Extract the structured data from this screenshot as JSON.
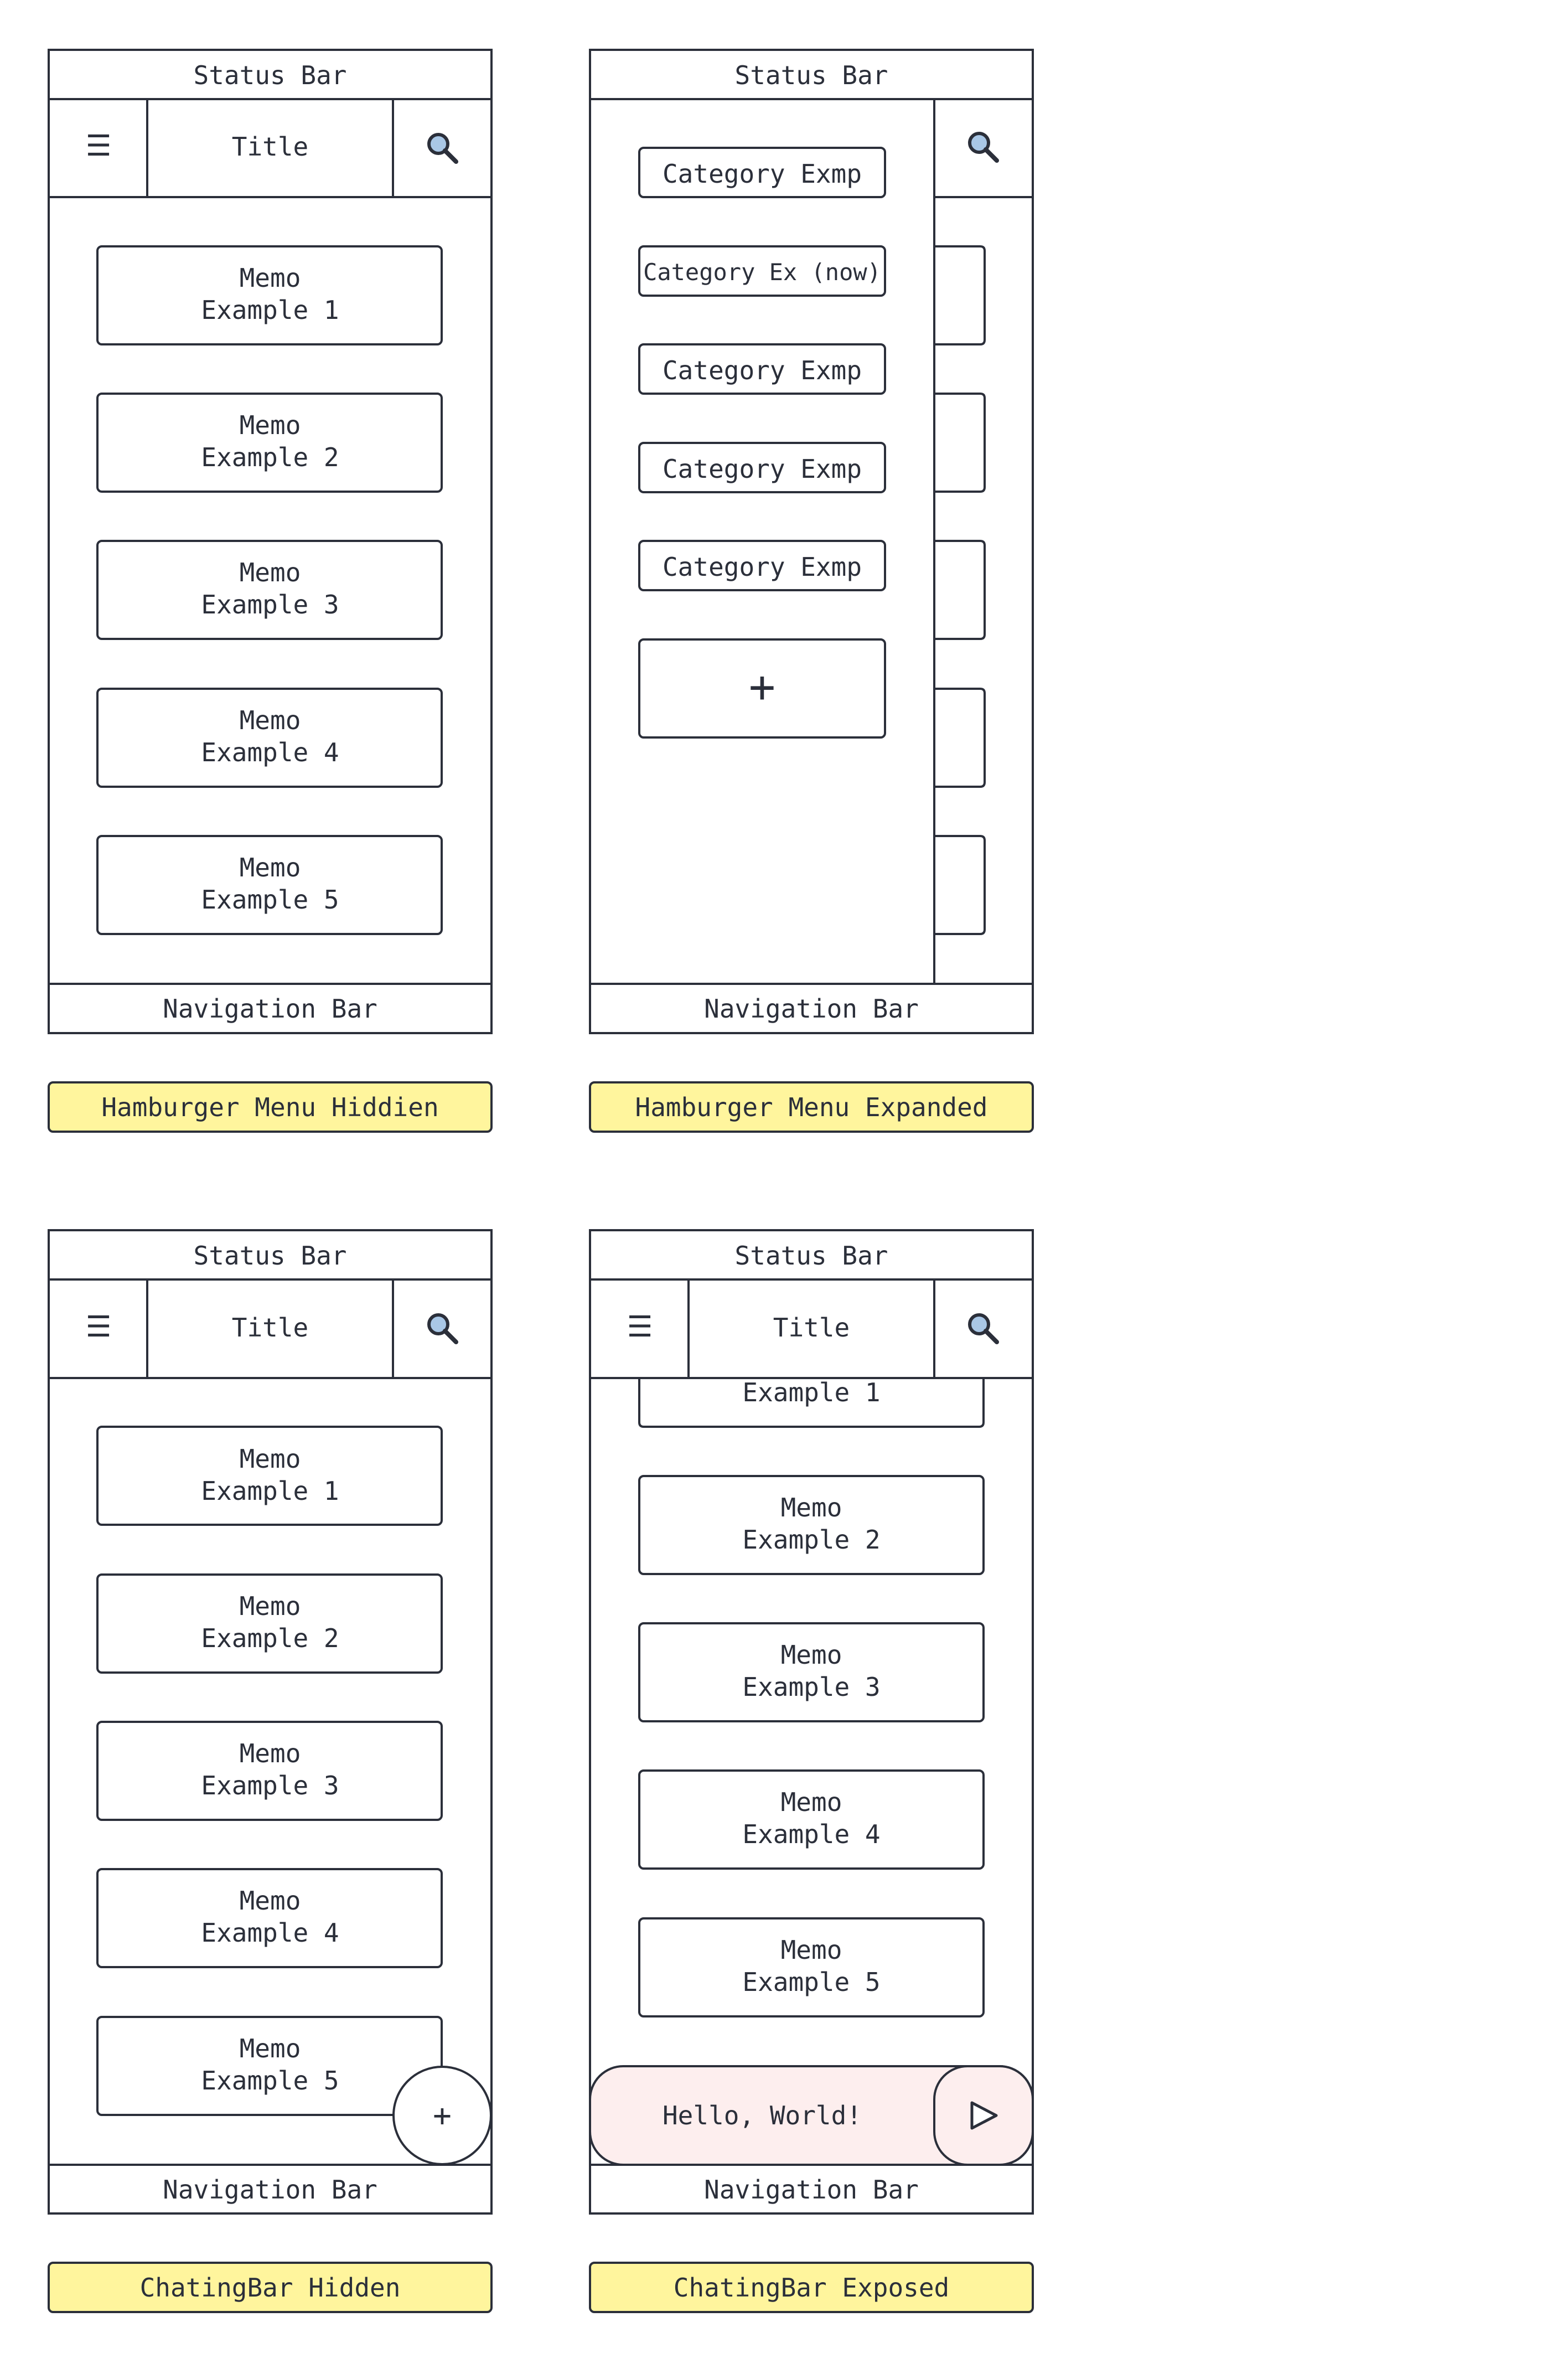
{
  "common": {
    "status_bar": "Status Bar",
    "title": "Title",
    "navigation_bar": "Navigation Bar",
    "menu_glyph": "☰",
    "icons": {
      "menu": "hamburger-menu-icon",
      "search": "magnifier-search-icon",
      "plus": "plus-icon",
      "send": "play-triangle-send-icon"
    }
  },
  "colors": {
    "stroke": "#2b2f3a",
    "caption_fill": "#fff59d",
    "chat_fill": "#fdeeee",
    "search_glass": "#a9c7e6"
  },
  "screens": [
    {
      "caption": "Hamburger Menu Hiddien",
      "memos": [
        {
          "line1": "Memo",
          "line2": "Example 1"
        },
        {
          "line1": "Memo",
          "line2": "Example 2"
        },
        {
          "line1": "Memo",
          "line2": "Example 3"
        },
        {
          "line1": "Memo",
          "line2": "Example 4"
        },
        {
          "line1": "Memo",
          "line2": "Example 5"
        }
      ]
    },
    {
      "caption": "Hamburger Menu Expanded",
      "categories": [
        "Category Exmp",
        "Category Ex (now)",
        "Category Exmp",
        "Category Exmp",
        "Category Exmp"
      ],
      "add_glyph": "+"
    },
    {
      "caption": "ChatingBar Hidden",
      "memos": [
        {
          "line1": "Memo",
          "line2": "Example 1"
        },
        {
          "line1": "Memo",
          "line2": "Example 2"
        },
        {
          "line1": "Memo",
          "line2": "Example 3"
        },
        {
          "line1": "Memo",
          "line2": "Example 4"
        },
        {
          "line1": "Memo",
          "line2": "Example 5"
        }
      ],
      "fab_glyph": "+"
    },
    {
      "caption": "ChatingBar Exposed",
      "partial_memo": "Example 1",
      "memos": [
        {
          "line1": "Memo",
          "line2": "Example 2"
        },
        {
          "line1": "Memo",
          "line2": "Example 3"
        },
        {
          "line1": "Memo",
          "line2": "Example 4"
        },
        {
          "line1": "Memo",
          "line2": "Example 5"
        }
      ],
      "chat_input": "Hello, World!"
    }
  ]
}
